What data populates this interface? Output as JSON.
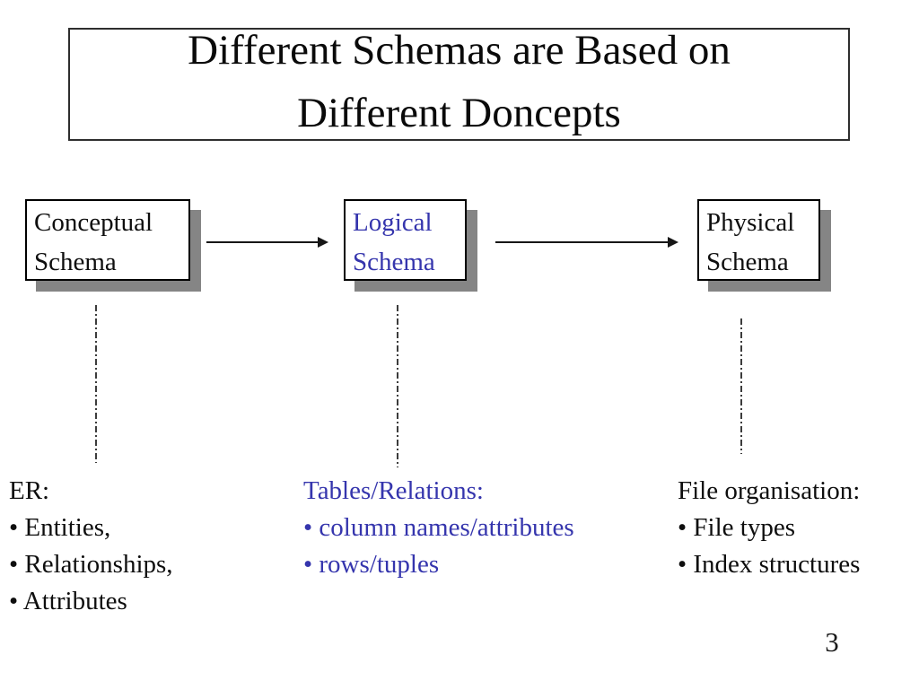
{
  "title": {
    "lines": [
      "Different Schemas are Based on",
      "Different Doncepts"
    ]
  },
  "diagram": {
    "boxes": [
      {
        "id": "conceptual-schema",
        "lines": [
          "Conceptual",
          "Schema"
        ],
        "text_color": "#000000"
      },
      {
        "id": "logical-schema",
        "lines": [
          "Logical",
          "Schema"
        ],
        "text_color": "#3535ad"
      },
      {
        "id": "physical-schema",
        "lines": [
          "Physical",
          "Schema"
        ],
        "text_color": "#000000"
      }
    ],
    "arrows": [
      {
        "from": "conceptual-schema",
        "to": "logical-schema"
      },
      {
        "from": "logical-schema",
        "to": "physical-schema"
      }
    ]
  },
  "notes": {
    "columns": [
      {
        "heading": "ER:",
        "items": [
          "• Entities,",
          "• Relationships,",
          "• Attributes"
        ],
        "color": "#000000"
      },
      {
        "heading": "Tables/Relations:",
        "items": [
          "• column names/attributes",
          "• rows/tuples"
        ],
        "color": "#3535ad"
      },
      {
        "heading": "File organisation:",
        "items": [
          "• File types",
          "• Index structures"
        ],
        "color": "#000000"
      }
    ]
  },
  "page_number": "3",
  "colors": {
    "accent_blue": "#3535ad",
    "text_black": "#0e0e0e",
    "box_shadow_gray": "#858585",
    "background": "#ffffff"
  }
}
